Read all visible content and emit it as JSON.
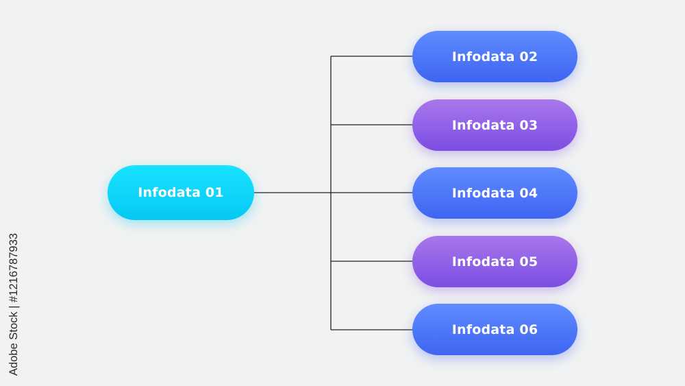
{
  "diagram": {
    "root": {
      "label": "Infodata 01",
      "color": "#0fd4f8"
    },
    "children": [
      {
        "label": "Infodata 02",
        "color": "#4e76f8"
      },
      {
        "label": "Infodata 03",
        "color": "#8c5ee8"
      },
      {
        "label": "Infodata 04",
        "color": "#4e76f8"
      },
      {
        "label": "Infodata 05",
        "color": "#8c5ee8"
      },
      {
        "label": "Infodata 06",
        "color": "#4e76f8"
      }
    ]
  },
  "watermark": {
    "side_text": "Adobe Stock | #1216787933"
  }
}
